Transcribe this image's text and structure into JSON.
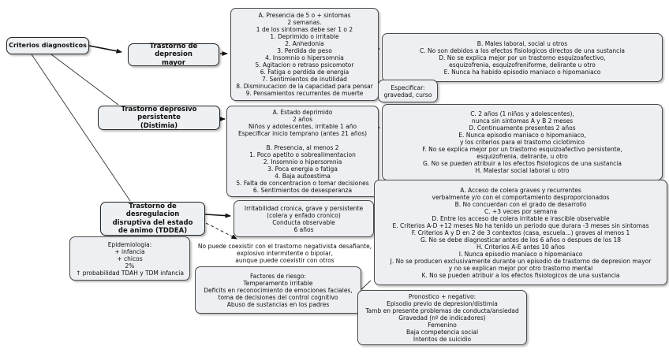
{
  "colors": {
    "background": "#ffffff",
    "box_fill": "#edeff2",
    "box_border": "#4a4a4a",
    "text": "#111111",
    "connector": "#1a1a1a"
  },
  "boxes": {
    "root": {
      "lines": [
        "Criterios diagnosticos"
      ]
    },
    "dep_mayor": {
      "lines": [
        "Trastorno de depresion",
        "mayor"
      ]
    },
    "dep_criteria": {
      "lines": [
        "A. Presencia de 5 o + sintomas",
        "2 semanas.",
        "1 de los sintomas debe ser 1 o 2",
        "1. Deprimido o irritable",
        "2. Anhedonia",
        "3. Perdida de peso",
        "4. Insomnio o hipersomnia",
        "5. Agitacion o retraso psicomotor",
        "6. Fatiga o perdida de energia",
        "7. Sentimientos de inutilidad",
        "8. Disminucacion de la capacidad para pensar",
        "9. Pensamientos recurrentes de muerte"
      ]
    },
    "dep_bcde": {
      "lines": [
        "B. Males laboral, social u otros",
        "C. No son debidos a los efectos fisiologicos directos de una sustancia",
        "D. No se explica mejor por un trastorno esquizoafectivo,",
        "esquizofrenia, esquizofreniforme, delirante u otro",
        "E. Nunca ha habido episodio maniaco o hipomaniaco"
      ]
    },
    "especificar": {
      "lines": [
        "Especificar:",
        "gravedad, curso"
      ]
    },
    "distimia": {
      "lines": [
        "Trastorno depresivo persistente",
        "(Distimia)"
      ]
    },
    "dist_criteria": {
      "lines": [
        "A. Estado deprimido",
        "2 años",
        "Niños y adolescentes, irritable 1 año",
        "Especificar inicio temprano (antes 21 años)",
        "",
        "B. Presencia, al menos 2",
        "1. Poco apetito o sobrealimentacion",
        "2. Insomnio o hipersomnia",
        "3. Poca energia o fatiga",
        "4. Baja autoestima",
        "5. Falta de concentracion o tomar decisiones",
        "6. Sentimientos de desesperanza"
      ]
    },
    "dist_cdefgh": {
      "lines": [
        "C. 2 años (1 niños y adolescentes),",
        "nunca sin sintomas A y B 2 meses",
        "D. Continuamente presentes 2 años",
        "E. Nunca episodio maniaco o hipomaniaco,",
        "y los criterios para el trastorno ciclotimico",
        "F. No se explica mejor por un trastorno esquizoafectivo persistente,",
        "esquizofrenia, delirante, u otro",
        "G. No se pueden atribuir a los efectos fisiologicos de una sustancia",
        "H. Malestar social laboral u otro"
      ]
    },
    "tddea": {
      "lines": [
        "Trastorno de desregulacion",
        "disruptiva del estado",
        "de animo (TDDEA)"
      ]
    },
    "epidemiologia": {
      "lines": [
        "Epidemiologia:",
        "+ infancia",
        "+ chicos",
        "2%",
        "↑ probabilidad TDAH y TDM infancia"
      ]
    },
    "irritabilidad": {
      "lines": [
        "Irritabilidad cronica, grave y persistente",
        "(colera y enfado cronico)",
        "Conducta observable",
        "6 años"
      ]
    },
    "no_coexistir": {
      "lines": [
        "No puede coexistir con el trastorno negativista desafiante,",
        "explosivo intermitente o bipolar,",
        "aunque puede coexistir con otros"
      ]
    },
    "tddea_criteria": {
      "lines": [
        "A. Acceso de colera graves y recurrentes",
        "verbalmente y/o con el comportamiento desproporcionados",
        "B. No concuerdan con el grado de desarrollo",
        "C. +3 veces por semana",
        "D. Entre los acceso de colera irritable e irascible observable",
        "E. Criterios A-D +12 meses  No ha tenido un periodo que durara -3 meses sin sintomas",
        "F. Criterios A y D en 2 de 3 contextos (casa, escuela...) graves al menos 1",
        "G. No se debe diagnosticar antes de los 6 años o despues de los 18",
        "H. Criterios A-E antes 10 años",
        "I. Nunca episodio maniaco o hipomaniaco",
        "J. No se producen exclusivamente durante un episodio de trastorno de depresion mayor",
        "y no se explican mejor por otro trastorno mental",
        "K. No se pueden atribuir a los efectos fisiologicos de una sustancia"
      ]
    },
    "factores": {
      "lines": [
        "Factores de riesgo:",
        "Temperamento irritable",
        "Deficits en reconocimiento de emociones faciales,",
        "toma de decisiones del control cognitivo",
        "Abuso de sustancias en los padres"
      ]
    },
    "pronostico": {
      "lines": [
        "Pronostico + negativo:",
        "Episodio previo de depresion/distimia",
        "Tamb en presente problemas de conducta/ansiedad",
        "Gravedad (nº de indicadores)",
        "Femenino",
        "Baja competencia social",
        "Intentos de suicidio"
      ]
    }
  }
}
